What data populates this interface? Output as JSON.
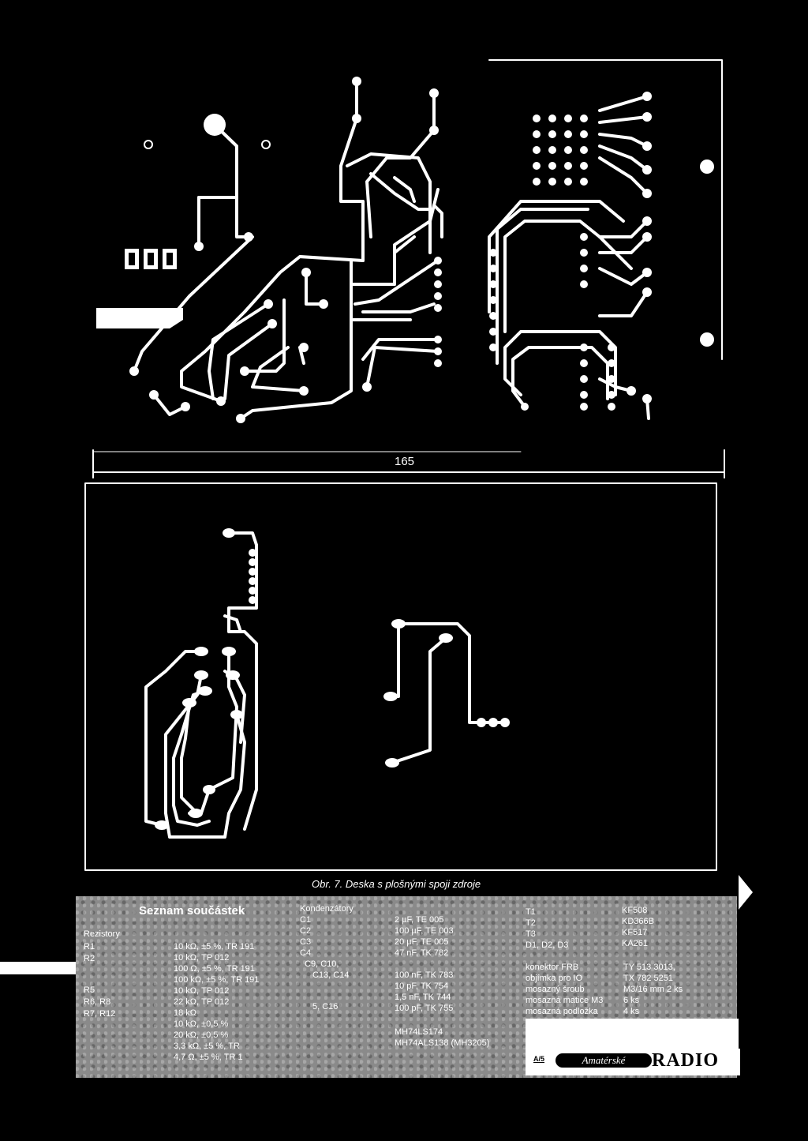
{
  "figure": {
    "dimension_label": "165",
    "caption": "Obr. 7. Deska s plošnými spoji zdroje"
  },
  "parts_list": {
    "title": "Seznam součástek",
    "resistors_header": "Rezistory",
    "resistor_refs": [
      "R1",
      "R2",
      "",
      "",
      "R5",
      "R6, R8",
      "R7, R12",
      "",
      "",
      "",
      ""
    ],
    "resistor_values": [
      "10 kΩ, ±5 %, TR 191",
      "10 kΩ, TP 012",
      "100 Ω, ±5 %, TR 191",
      "100 kΩ, ±5 %, TR 191",
      "10 kΩ, TP 012",
      "22 kΩ, TP 012",
      "18 kΩ",
      "10 kΩ, ±0,5 %",
      "20 kΩ, ±0,5 %",
      "3,3 kΩ, ±5 %, TR",
      "4,7 Ω, ±5 %, TR 1"
    ],
    "capacitors_header": "Kondenzátory",
    "capacitor_refs": [
      "C1",
      "C2",
      "C3",
      "C4",
      "C9, C10,",
      "C13, C14",
      "",
      "",
      "5, C16"
    ],
    "capacitor_values": [
      "2 µF, TE 005",
      "100 µF, TE 003",
      "20 µF, TE 005",
      "47 nF, TK 782",
      "100 nF, TK 783",
      "10 pF, TK 754",
      "1,5 nF, TK 744",
      "100 pF, TK 755"
    ],
    "ics": [
      "MH74LS174",
      "MH74ALS138 (MH3205)"
    ],
    "semis": [
      {
        "ref": "T1",
        "value": "KF508"
      },
      {
        "ref": "T2",
        "value": "KD366B"
      },
      {
        "ref": "T3",
        "value": "KF517"
      },
      {
        "ref": "D1, D2, D3",
        "value": "KA261"
      }
    ],
    "misc": [
      {
        "ref": "konektor FRB",
        "value": "TY 513 3013,"
      },
      {
        "ref": "objímka pro IO",
        "value": "TX 782 5251"
      },
      {
        "ref": "mosazný šroub",
        "value": "M3/16 mm 2 ks"
      },
      {
        "ref": "mosazná matice M3",
        "value": "6 ks"
      },
      {
        "ref": "mosazná podložka",
        "value": "4 ks"
      }
    ]
  },
  "footer": {
    "issue": "A/5",
    "brand": "Amatérské",
    "magazine": "RADIO"
  }
}
